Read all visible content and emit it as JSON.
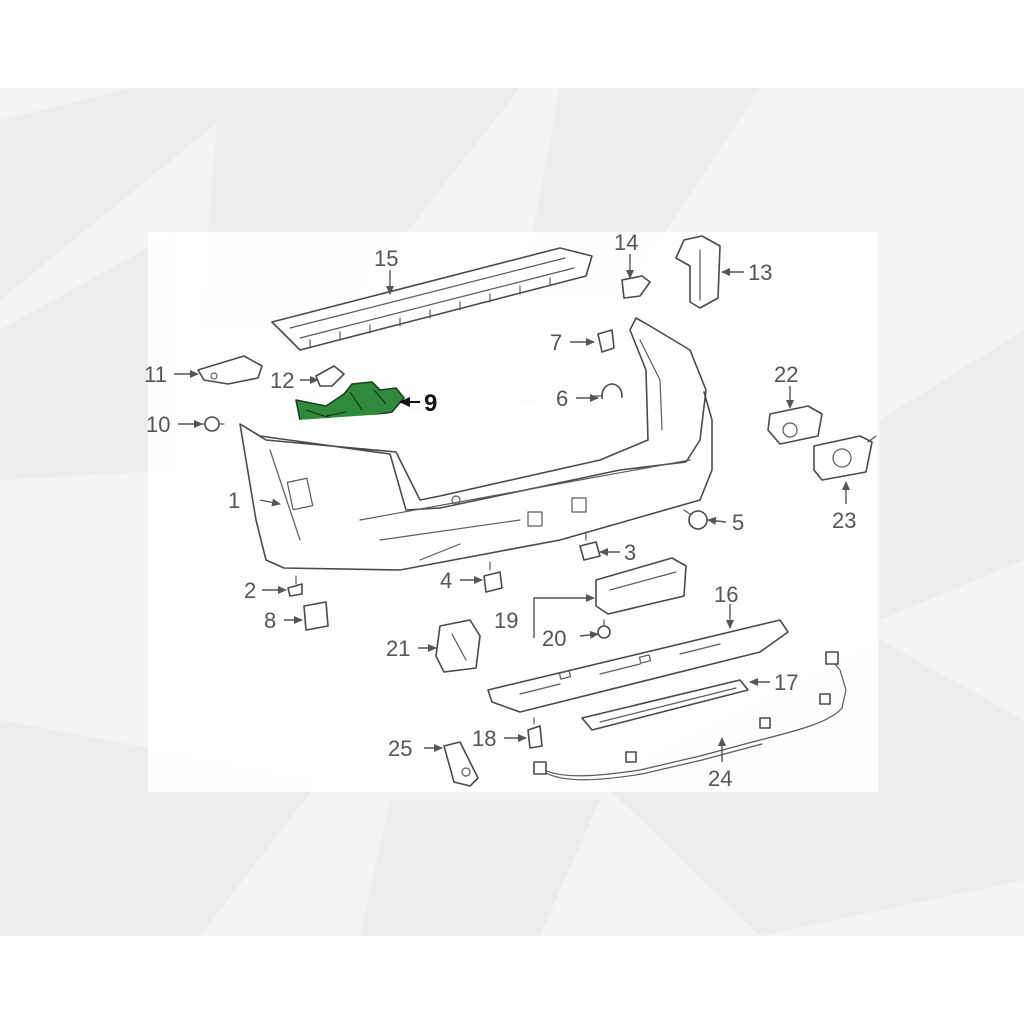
{
  "diagram": {
    "highlight_color": "#2f8a3c",
    "highlighted_part": "9",
    "callouts": {
      "c1": "1",
      "c2": "2",
      "c3": "3",
      "c4": "4",
      "c5": "5",
      "c6": "6",
      "c7": "7",
      "c8": "8",
      "c9": "9",
      "c10": "10",
      "c11": "11",
      "c12": "12",
      "c13": "13",
      "c14": "14",
      "c15": "15",
      "c16": "16",
      "c17": "17",
      "c18": "18",
      "c19": "19",
      "c20": "20",
      "c21": "21",
      "c22": "22",
      "c23": "23",
      "c24": "24",
      "c25": "25"
    }
  }
}
